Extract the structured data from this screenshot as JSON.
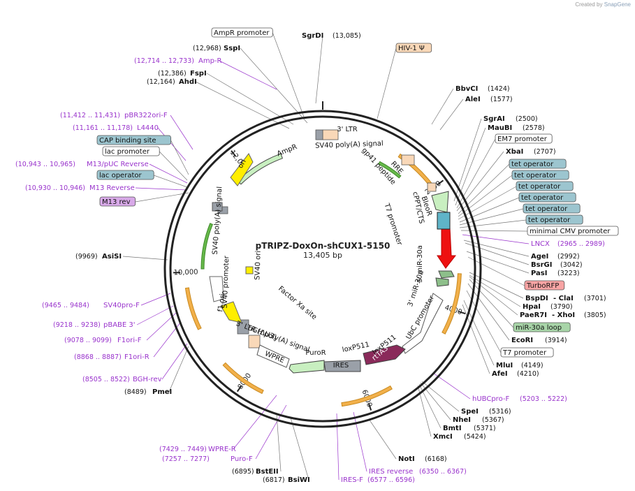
{
  "credit": {
    "prefix": "Created by",
    "brand": "SnapGene"
  },
  "plasmid": {
    "name": "pTRIPZ-DoxOn-shCUX1-5150",
    "size": "13,405 bp",
    "total_bp": 13405
  },
  "ticks": [
    "2000",
    "4000",
    "6000",
    "8000",
    "10,000",
    "12,000"
  ],
  "colors": {
    "backbone": "#222222",
    "enzyme": "#111111",
    "primer": "#9933cc",
    "promoter_box": "#ffffff",
    "operator_box": "#9cc5cf",
    "orange_box": "#f9d8b8",
    "red_box": "#f8a4a4",
    "green_box": "#a8d5a8",
    "purple_box": "#d8a9e8"
  },
  "labels": [
    {
      "id": "ampr-promoter",
      "text": "AmpR promoter",
      "kind": "box",
      "color": "#ffffff"
    },
    {
      "id": "sgrdi",
      "text": "SgrDI",
      "kind": "enzyme"
    },
    {
      "id": "sgrdi-pos",
      "text": "(13,085)",
      "kind": "pos"
    },
    {
      "id": "ssp1-pos",
      "text": "(12,968)",
      "kind": "pos"
    },
    {
      "id": "sspi",
      "text": "SspI",
      "kind": "enzyme"
    },
    {
      "id": "ampr-primer-pos",
      "text": "(12,714 .. 12,733)",
      "kind": "primerpos"
    },
    {
      "id": "ampr-primer",
      "text": "Amp-R",
      "kind": "primer"
    },
    {
      "id": "fspi-pos",
      "text": "(12,386)",
      "kind": "pos"
    },
    {
      "id": "fspi",
      "text": "FspI",
      "kind": "enzyme"
    },
    {
      "id": "ahdi-pos",
      "text": "(12,164)",
      "kind": "pos"
    },
    {
      "id": "ahdi",
      "text": "AhdI",
      "kind": "enzyme"
    },
    {
      "id": "hiv",
      "text": "HIV-1 Ψ",
      "kind": "box",
      "color": "#f9d8b8"
    },
    {
      "id": "bbvci",
      "text": "BbvCI",
      "kind": "enzyme"
    },
    {
      "id": "bbvci-pos",
      "text": "(1424)",
      "kind": "pos"
    },
    {
      "id": "alei",
      "text": "AleI",
      "kind": "enzyme"
    },
    {
      "id": "alei-pos",
      "text": "(1577)",
      "kind": "pos"
    },
    {
      "id": "pbr-pos",
      "text": "(11,412 .. 11,431)",
      "kind": "primerpos"
    },
    {
      "id": "pbr",
      "text": "pBR322ori-F",
      "kind": "primer"
    },
    {
      "id": "l4440-pos",
      "text": "(11,161 .. 11,178)",
      "kind": "primerpos"
    },
    {
      "id": "l4440",
      "text": "L4440",
      "kind": "primer"
    },
    {
      "id": "cap",
      "text": "CAP binding site",
      "kind": "box",
      "color": "#9cc5cf"
    },
    {
      "id": "lacprom",
      "text": "lac promoter",
      "kind": "box",
      "color": "#ffffff"
    },
    {
      "id": "m13puc-pos",
      "text": "(10,943 .. 10,965)",
      "kind": "primerpos"
    },
    {
      "id": "m13puc",
      "text": "M13/pUC Reverse",
      "kind": "primer"
    },
    {
      "id": "lacop",
      "text": "lac operator",
      "kind": "box",
      "color": "#9cc5cf"
    },
    {
      "id": "m13rev-pos",
      "text": "(10,930 .. 10,946)",
      "kind": "primerpos"
    },
    {
      "id": "m13rev-primer",
      "text": "M13 Reverse",
      "kind": "primer"
    },
    {
      "id": "m13revbox",
      "text": "M13 rev",
      "kind": "box",
      "color": "#d8a9e8"
    },
    {
      "id": "sgrai",
      "text": "SgrAI",
      "kind": "enzyme"
    },
    {
      "id": "sgrai-pos",
      "text": "(2500)",
      "kind": "pos"
    },
    {
      "id": "maubi",
      "text": "MauBI",
      "kind": "enzyme"
    },
    {
      "id": "maubi-pos",
      "text": "(2578)",
      "kind": "pos"
    },
    {
      "id": "em7",
      "text": "EM7 promoter",
      "kind": "box",
      "color": "#ffffff"
    },
    {
      "id": "xbai",
      "text": "XbaI",
      "kind": "enzyme"
    },
    {
      "id": "xbai-pos",
      "text": "(2707)",
      "kind": "pos"
    },
    {
      "id": "tet1",
      "text": "tet operator",
      "kind": "box",
      "color": "#9cc5cf"
    },
    {
      "id": "tet2",
      "text": "tet operator",
      "kind": "box",
      "color": "#9cc5cf"
    },
    {
      "id": "tet3",
      "text": "tet operator",
      "kind": "box",
      "color": "#9cc5cf"
    },
    {
      "id": "tet4",
      "text": "tet operator",
      "kind": "box",
      "color": "#9cc5cf"
    },
    {
      "id": "tet5",
      "text": "tet operator",
      "kind": "box",
      "color": "#9cc5cf"
    },
    {
      "id": "tet6",
      "text": "tet operator",
      "kind": "box",
      "color": "#9cc5cf"
    },
    {
      "id": "mincmv",
      "text": "minimal CMV promoter",
      "kind": "box",
      "color": "#ffffff"
    },
    {
      "id": "lncx",
      "text": "LNCX",
      "kind": "primer"
    },
    {
      "id": "lncx-pos",
      "text": "(2965 .. 2989)",
      "kind": "primerpos"
    },
    {
      "id": "agei",
      "text": "AgeI",
      "kind": "enzyme"
    },
    {
      "id": "agei-pos",
      "text": "(2992)",
      "kind": "pos"
    },
    {
      "id": "bsrgi",
      "text": "BsrGI",
      "kind": "enzyme"
    },
    {
      "id": "bsrgi-pos",
      "text": "(3042)",
      "kind": "pos"
    },
    {
      "id": "pasi",
      "text": "PasI",
      "kind": "enzyme"
    },
    {
      "id": "pasi-pos",
      "text": "(3223)",
      "kind": "pos"
    },
    {
      "id": "turborfp",
      "text": "TurboRFP",
      "kind": "box",
      "color": "#f8a4a4"
    },
    {
      "id": "bspdi",
      "text": "BspDI",
      "kind": "enzyme"
    },
    {
      "id": "clai",
      "text": "- ClaI",
      "kind": "enzyme"
    },
    {
      "id": "clai-pos",
      "text": "(3701)",
      "kind": "pos"
    },
    {
      "id": "hpai",
      "text": "HpaI",
      "kind": "enzyme"
    },
    {
      "id": "hpai-pos",
      "text": "(3790)",
      "kind": "pos"
    },
    {
      "id": "paer7i",
      "text": "PaeR7I",
      "kind": "enzyme"
    },
    {
      "id": "xhoi",
      "text": "- XhoI",
      "kind": "enzyme"
    },
    {
      "id": "xhoi-pos",
      "text": "(3805)",
      "kind": "pos"
    },
    {
      "id": "mir30loop",
      "text": "miR-30a loop",
      "kind": "box",
      "color": "#a8d5a8"
    },
    {
      "id": "ecori",
      "text": "EcoRI",
      "kind": "enzyme"
    },
    {
      "id": "ecori-pos",
      "text": "(3914)",
      "kind": "pos"
    },
    {
      "id": "t7box",
      "text": "T7 promoter",
      "kind": "box",
      "color": "#ffffff"
    },
    {
      "id": "mlui",
      "text": "MluI",
      "kind": "enzyme"
    },
    {
      "id": "mlui-pos",
      "text": "(4149)",
      "kind": "pos"
    },
    {
      "id": "afei",
      "text": "AfeI",
      "kind": "enzyme"
    },
    {
      "id": "afei-pos",
      "text": "(4210)",
      "kind": "pos"
    },
    {
      "id": "asisi-pos",
      "text": "(9969)",
      "kind": "pos"
    },
    {
      "id": "asisi",
      "text": "AsiSI",
      "kind": "enzyme"
    },
    {
      "id": "sv40pro-pos",
      "text": "(9465 .. 9484)",
      "kind": "primerpos"
    },
    {
      "id": "sv40pro",
      "text": "SV40pro-F",
      "kind": "primer"
    },
    {
      "id": "pbabe-pos",
      "text": "(9218 .. 9238)",
      "kind": "primerpos"
    },
    {
      "id": "pbabe",
      "text": "pBABE 3'",
      "kind": "primer"
    },
    {
      "id": "f1orif-pos",
      "text": "(9078 .. 9099)",
      "kind": "primerpos"
    },
    {
      "id": "f1orif",
      "text": "F1ori-F",
      "kind": "primer"
    },
    {
      "id": "f1orir-pos",
      "text": "(8868 .. 8887)",
      "kind": "primerpos"
    },
    {
      "id": "f1orir",
      "text": "F1ori-R",
      "kind": "primer"
    },
    {
      "id": "bgh-pos",
      "text": "(8505 .. 8522)",
      "kind": "primerpos"
    },
    {
      "id": "bgh",
      "text": "BGH-rev",
      "kind": "primer"
    },
    {
      "id": "pmei-pos",
      "text": "(8489)",
      "kind": "pos"
    },
    {
      "id": "pmei",
      "text": "PmeI",
      "kind": "enzyme"
    },
    {
      "id": "hubc",
      "text": "hUBCpro-F",
      "kind": "primer"
    },
    {
      "id": "hubc-pos",
      "text": "(5203 .. 5222)",
      "kind": "primerpos"
    },
    {
      "id": "spei",
      "text": "SpeI",
      "kind": "enzyme"
    },
    {
      "id": "spei-pos",
      "text": "(5316)",
      "kind": "pos"
    },
    {
      "id": "nhei",
      "text": "NheI",
      "kind": "enzyme"
    },
    {
      "id": "nhei-pos",
      "text": "(5367)",
      "kind": "pos"
    },
    {
      "id": "bmti",
      "text": "BmtI",
      "kind": "enzyme"
    },
    {
      "id": "bmti-pos",
      "text": "(5371)",
      "kind": "pos"
    },
    {
      "id": "xmci",
      "text": "XmcI",
      "kind": "enzyme"
    },
    {
      "id": "xmci-pos",
      "text": "(5424)",
      "kind": "pos"
    },
    {
      "id": "wpre-pos",
      "text": "(7429 .. 7449)",
      "kind": "primerpos"
    },
    {
      "id": "wpre-r",
      "text": "WPRE-R",
      "kind": "primer"
    },
    {
      "id": "purof-pos",
      "text": "(7257 .. 7277)",
      "kind": "primerpos"
    },
    {
      "id": "purof",
      "text": "Puro-F",
      "kind": "primer"
    },
    {
      "id": "noti",
      "text": "NotI",
      "kind": "enzyme"
    },
    {
      "id": "noti-pos",
      "text": "(6168)",
      "kind": "pos"
    },
    {
      "id": "iresrev",
      "text": "IRES reverse",
      "kind": "primer"
    },
    {
      "id": "iresrev-pos",
      "text": "(6350 .. 6367)",
      "kind": "primerpos"
    },
    {
      "id": "bsteii-pos",
      "text": "(6895)",
      "kind": "pos"
    },
    {
      "id": "bsteii",
      "text": "BstEII",
      "kind": "enzyme"
    },
    {
      "id": "bsiwi-pos",
      "text": "(6817)",
      "kind": "pos"
    },
    {
      "id": "bsiwi",
      "text": "BsiWI",
      "kind": "enzyme"
    },
    {
      "id": "iresf",
      "text": "IRES-F",
      "kind": "primer"
    },
    {
      "id": "iresf-pos",
      "text": "(6577 .. 6596)",
      "kind": "primerpos"
    }
  ],
  "features": [
    {
      "id": "ltr3",
      "text": "3' LTR",
      "kind": "boxlabel"
    },
    {
      "id": "sv40pa-top",
      "text": "SV40 poly(A) signal",
      "kind": "arc"
    },
    {
      "id": "ampr",
      "text": "AmpR",
      "kind": "arc"
    },
    {
      "id": "rre",
      "text": "RRE",
      "kind": "arc"
    },
    {
      "id": "gp41",
      "text": "gp41 peptide",
      "kind": "arc"
    },
    {
      "id": "ori",
      "text": "ori",
      "kind": "inside"
    },
    {
      "id": "bleor",
      "text": "BleoR",
      "kind": "arc"
    },
    {
      "id": "cppt",
      "text": "cPPT/CTS",
      "kind": "arc"
    },
    {
      "id": "t7prom",
      "text": "T7 promoter",
      "kind": "arc"
    },
    {
      "id": "sv40pa-left",
      "text": "SV40 poly(A) signal",
      "kind": "arc"
    },
    {
      "id": "mir5",
      "text": "5' miR-30a",
      "kind": "arc"
    },
    {
      "id": "mir3",
      "text": "3' miR-30a",
      "kind": "arc"
    },
    {
      "id": "ubc",
      "text": "UbC promoter",
      "kind": "inside"
    },
    {
      "id": "sv40ori",
      "text": "SV40 ori",
      "kind": "arc"
    },
    {
      "id": "factorxa",
      "text": "Factor Xa site",
      "kind": "arc"
    },
    {
      "id": "sv40prom",
      "text": "SV40 promoter",
      "kind": "arc"
    },
    {
      "id": "f1ori",
      "text": "f1 ori",
      "kind": "arc"
    },
    {
      "id": "bgh-pa",
      "text": "bGH poly(A) signal",
      "kind": "arc"
    },
    {
      "id": "ltr3d",
      "text": "3' LTR (ΔU3)",
      "kind": "arc"
    },
    {
      "id": "loxp511a",
      "text": "loxP511",
      "kind": "arc"
    },
    {
      "id": "loxp511b",
      "text": "loxP511",
      "kind": "arc"
    },
    {
      "id": "rtta3",
      "text": "rtTA3",
      "kind": "inside"
    },
    {
      "id": "puror",
      "text": "PuroR",
      "kind": "arc"
    },
    {
      "id": "wpre",
      "text": "WPRE",
      "kind": "inside"
    },
    {
      "id": "ires",
      "text": "IRES",
      "kind": "inside"
    }
  ]
}
